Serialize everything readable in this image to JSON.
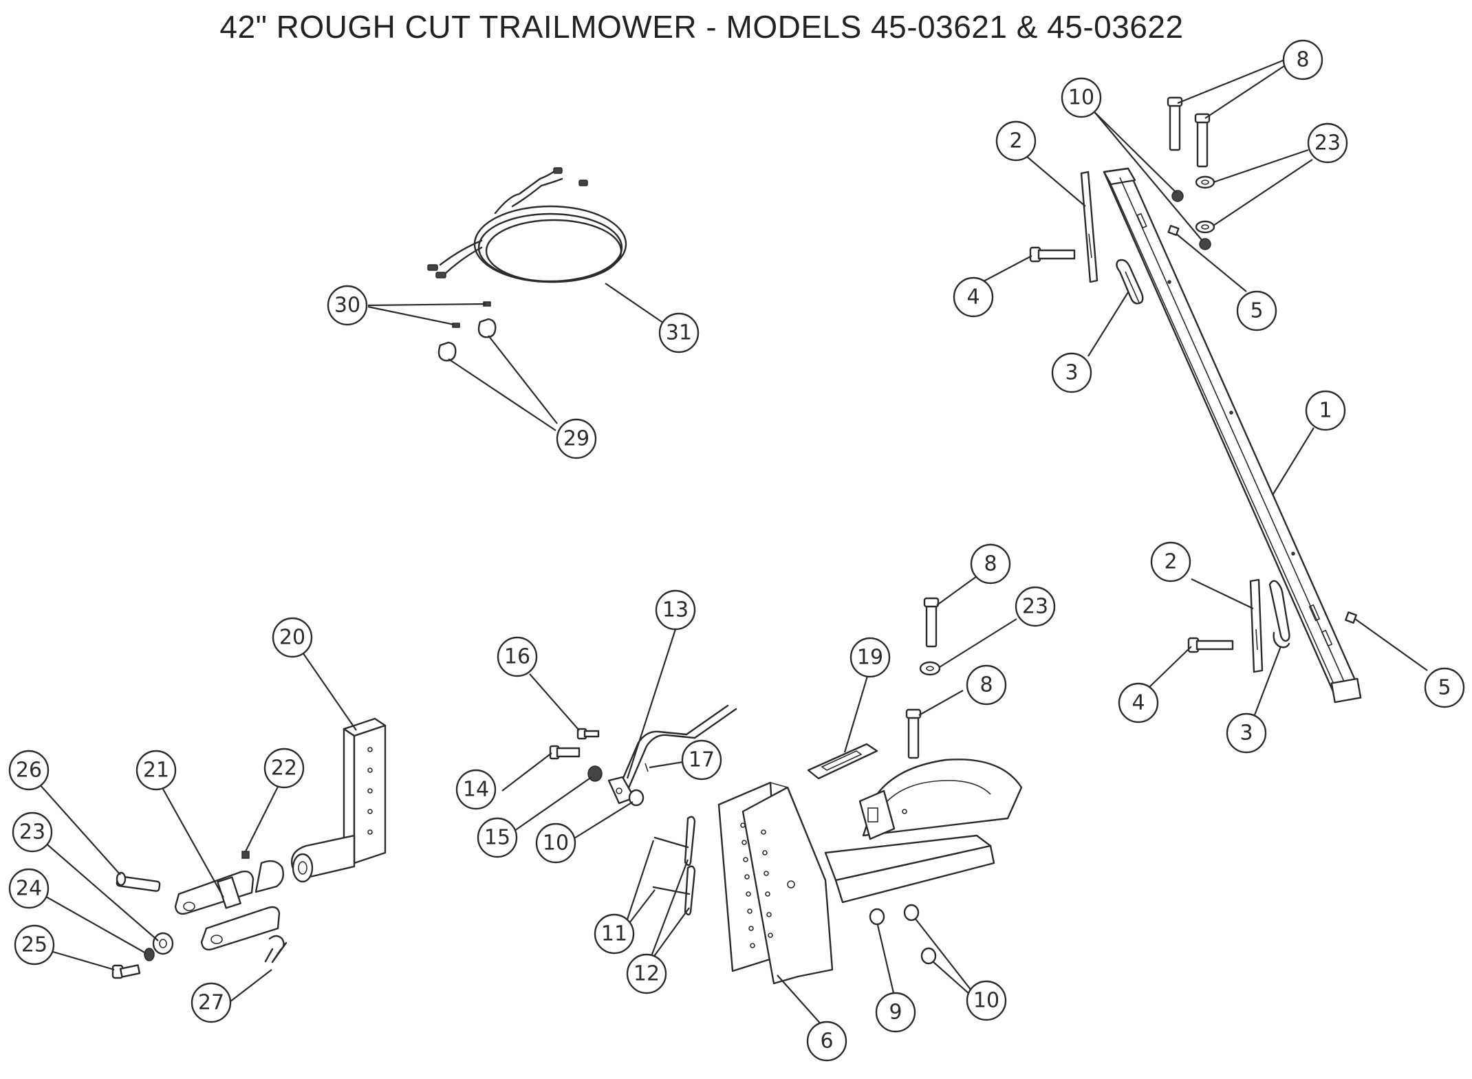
{
  "title": "42\" ROUGH CUT TRAILMOWER - MODELS 45-03621 & 45-03622",
  "callouts": {
    "c1": "1",
    "c2": "2",
    "c3": "3",
    "c4": "4",
    "c5": "5",
    "c6": "6",
    "c8": "8",
    "c9": "9",
    "c10": "10",
    "c11": "11",
    "c12": "12",
    "c13": "13",
    "c14": "14",
    "c15": "15",
    "c16": "16",
    "c17": "17",
    "c19": "19",
    "c20": "20",
    "c21": "21",
    "c22": "22",
    "c23": "23",
    "c24": "24",
    "c25": "25",
    "c26": "26",
    "c27": "27",
    "c29": "29",
    "c30": "30",
    "c31": "31"
  }
}
